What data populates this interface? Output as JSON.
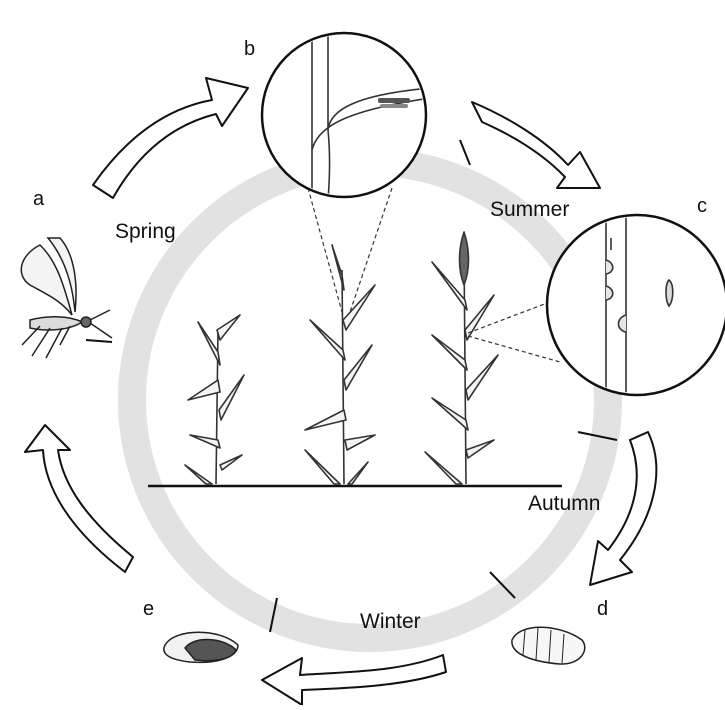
{
  "diagram": {
    "seasons": {
      "spring": "Spring",
      "summer": "Summer",
      "autumn": "Autumn",
      "winter": "Winter"
    },
    "stages": {
      "a": "a",
      "b": "b",
      "c": "c",
      "d": "d",
      "e": "e"
    }
  }
}
